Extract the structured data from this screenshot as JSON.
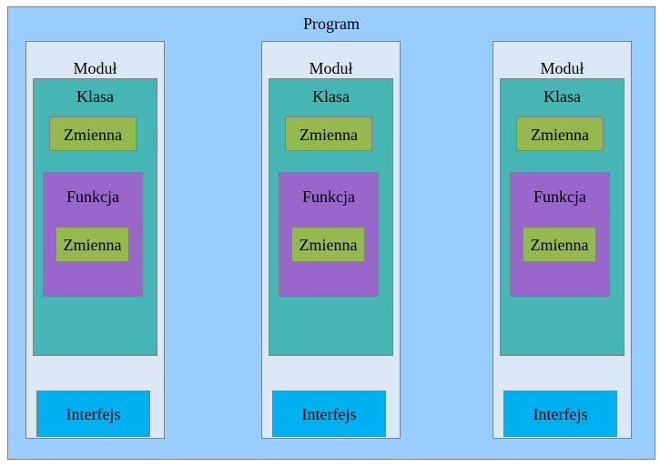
{
  "program": {
    "label": "Program"
  },
  "modules": [
    {
      "title": "Moduł",
      "klasa": "Klasa",
      "zmienna": "Zmienna",
      "funkcja": "Funkcja",
      "funkcja_zmienna": "Zmienna",
      "interfejs": "Interfejs"
    },
    {
      "title": "Moduł",
      "klasa": "Klasa",
      "zmienna": "Zmienna",
      "funkcja": "Funkcja",
      "funkcja_zmienna": "Zmienna",
      "interfejs": "Interfejs"
    },
    {
      "title": "Moduł",
      "klasa": "Klasa",
      "zmienna": "Zmienna",
      "funkcja": "Funkcja",
      "funkcja_zmienna": "Zmienna",
      "interfejs": "Interfejs"
    }
  ],
  "colors": {
    "program": "#99ccff",
    "modul": "#dbe8f5",
    "klasa": "#45b6b3",
    "zmienna": "#95b84f",
    "funkcja": "#9966cc",
    "interfejs": "#00b0f0"
  }
}
